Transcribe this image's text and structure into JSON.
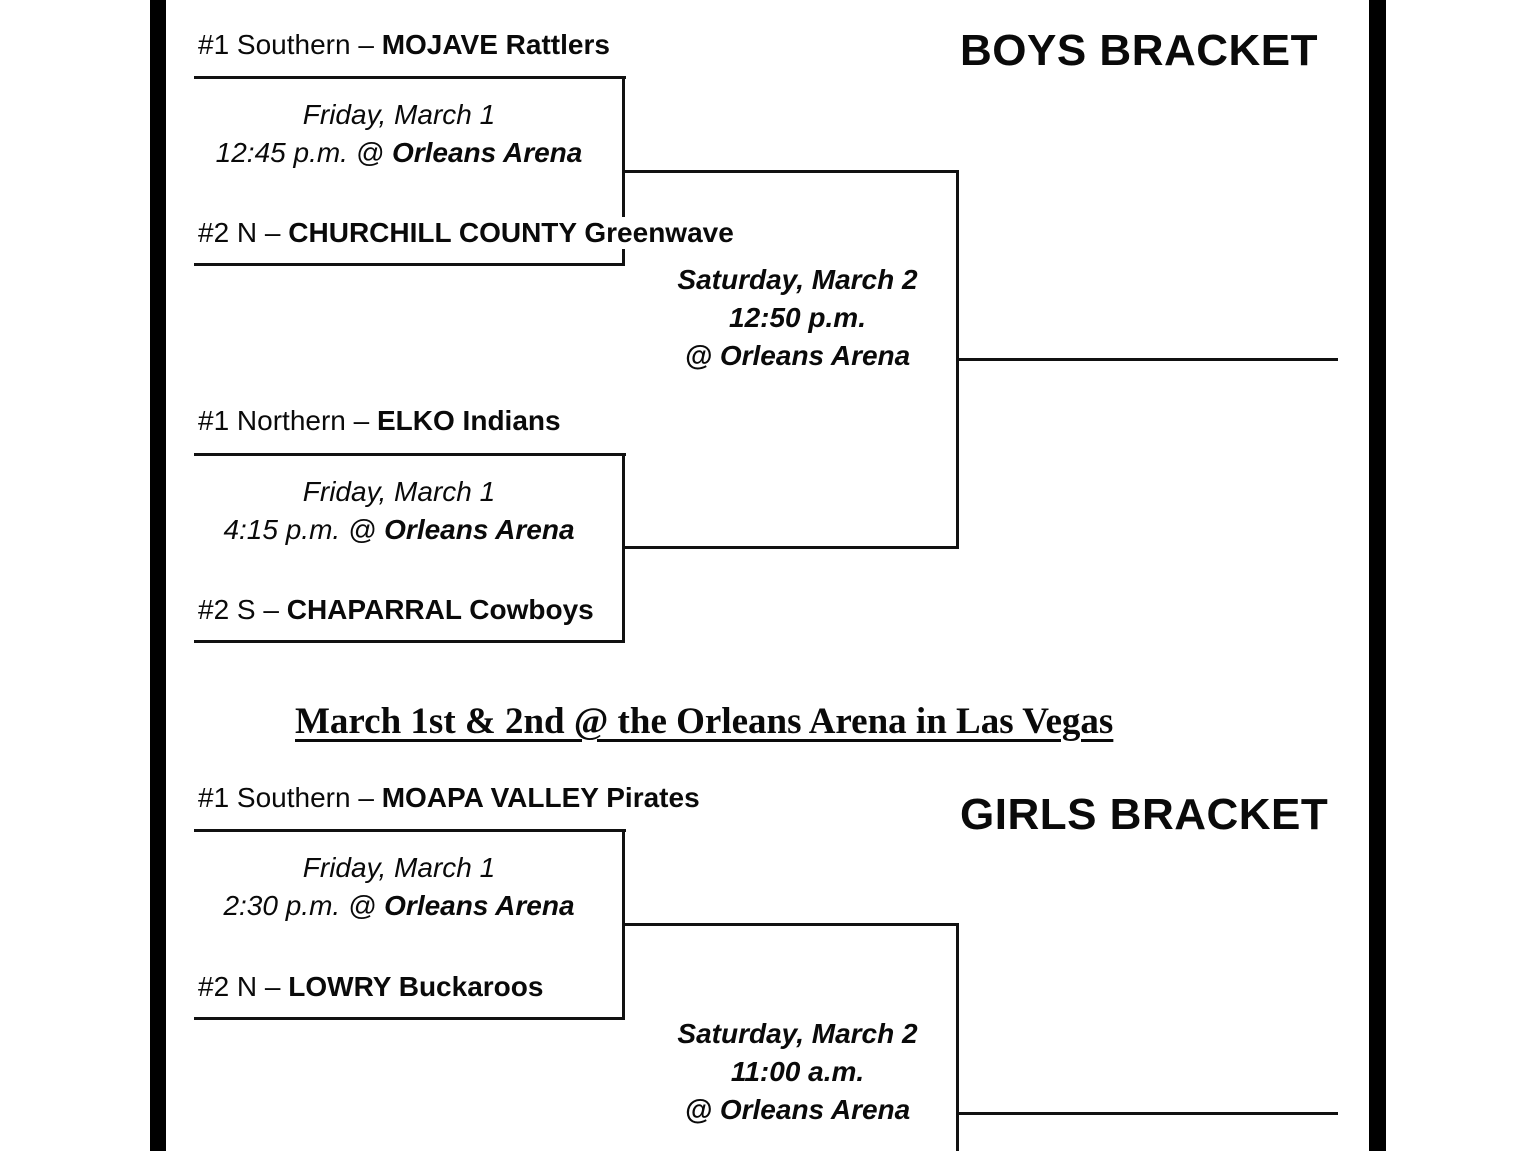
{
  "banner": "March 1st & 2nd @ the Orleans Arena in Las Vegas",
  "boys": {
    "title": "BOYS BRACKET",
    "game1": {
      "team_top": {
        "seed": "#1 Southern – ",
        "school": "MOJAVE",
        "mascot": " Rattlers"
      },
      "day": "Friday, March 1",
      "time": "12:45 p.m. @ ",
      "venue": "Orleans Arena",
      "team_bottom": {
        "seed": "#2 N – ",
        "school": "CHURCHILL COUNTY",
        "mascot": " Greenwave"
      }
    },
    "game2": {
      "team_top": {
        "seed": "#1 Northern – ",
        "school": "ELKO",
        "mascot": " Indians"
      },
      "day": "Friday, March 1",
      "time": "4:15 p.m. @ ",
      "venue": "Orleans Arena",
      "team_bottom": {
        "seed": "#2 S – ",
        "school": "CHAPARRAL",
        "mascot": " Cowboys"
      }
    },
    "final": {
      "day": "Saturday, March 2",
      "time": "12:50 p.m.",
      "venue": "@ Orleans Arena"
    }
  },
  "girls": {
    "title": "GIRLS BRACKET",
    "game1": {
      "team_top": {
        "seed": "#1 Southern – ",
        "school": "MOAPA VALLEY",
        "mascot": " Pirates"
      },
      "day": "Friday, March 1",
      "time": "2:30 p.m. @ ",
      "venue": "Orleans Arena",
      "team_bottom": {
        "seed": "#2 N – ",
        "school": "LOWRY",
        "mascot": " Buckaroos"
      }
    },
    "final": {
      "day": "Saturday, March 2",
      "time": "11:00 a.m.",
      "venue": "@ Orleans Arena"
    }
  }
}
